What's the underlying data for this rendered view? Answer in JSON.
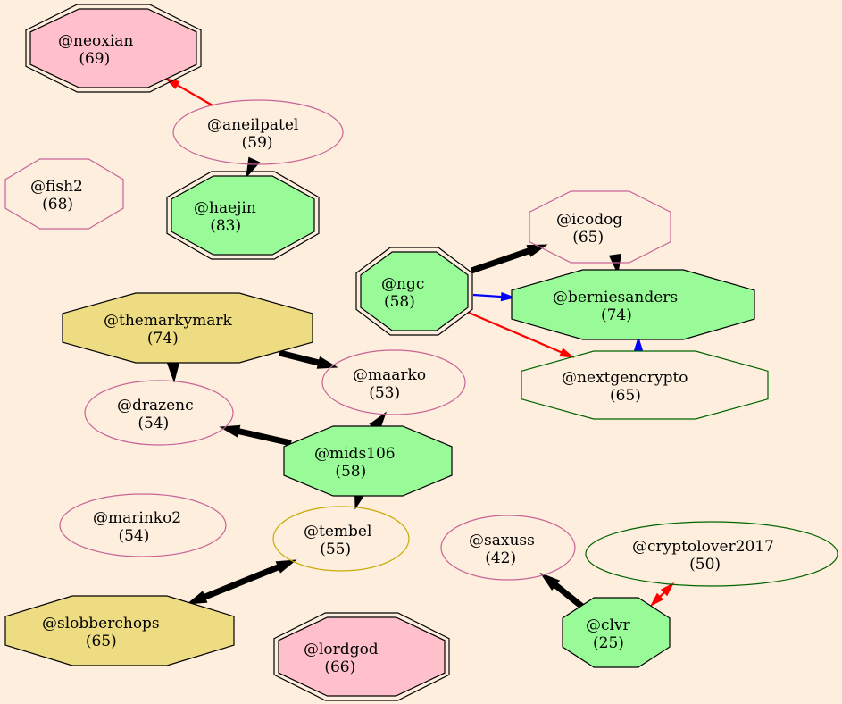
{
  "colors": {
    "background": "#fdeedd",
    "pink_fill": "#ffc0cb",
    "green_fill": "#98fb98",
    "gold_fill": "#eedc82",
    "pink_outline": "#c86496",
    "dark_green_outline": "#006400",
    "gold_outline": "#c8aa00",
    "edge_black": "#000000",
    "edge_red": "#ff0000",
    "edge_blue": "#0000ff"
  },
  "nodes": [
    {
      "id": "neoxian",
      "name": "@neoxian",
      "score": "(69)",
      "shape": "octagon-double",
      "fill": "pink"
    },
    {
      "id": "aneilpatel",
      "name": "@aneilpatel",
      "score": "(59)",
      "shape": "ellipse",
      "fill": "none",
      "outline": "pink"
    },
    {
      "id": "fish2",
      "name": "@fish2",
      "score": "(68)",
      "shape": "octagon",
      "fill": "none",
      "outline": "pink"
    },
    {
      "id": "haejin",
      "name": "@haejin",
      "score": "(83)",
      "shape": "octagon-double",
      "fill": "green"
    },
    {
      "id": "icodog",
      "name": "@icodog",
      "score": "(65)",
      "shape": "octagon",
      "fill": "none",
      "outline": "pink"
    },
    {
      "id": "ngc",
      "name": "@ngc",
      "score": "(58)",
      "shape": "octagon-double",
      "fill": "green"
    },
    {
      "id": "berniesanders",
      "name": "@berniesanders",
      "score": "(74)",
      "shape": "octagon",
      "fill": "green"
    },
    {
      "id": "nextgencrypto",
      "name": "@nextgencrypto",
      "score": "(65)",
      "shape": "octagon",
      "fill": "none",
      "outline": "dark-green"
    },
    {
      "id": "themarkymark",
      "name": "@themarkymark",
      "score": "(74)",
      "shape": "octagon",
      "fill": "gold"
    },
    {
      "id": "maarko",
      "name": "@maarko",
      "score": "(53)",
      "shape": "ellipse",
      "fill": "none",
      "outline": "pink"
    },
    {
      "id": "drazenc",
      "name": "@drazenc",
      "score": "(54)",
      "shape": "ellipse",
      "fill": "none",
      "outline": "pink"
    },
    {
      "id": "mids106",
      "name": "@mids106",
      "score": "(58)",
      "shape": "octagon",
      "fill": "green"
    },
    {
      "id": "marinko2",
      "name": "@marinko2",
      "score": "(54)",
      "shape": "ellipse",
      "fill": "none",
      "outline": "pink"
    },
    {
      "id": "tembel",
      "name": "@tembel",
      "score": "(55)",
      "shape": "ellipse",
      "fill": "none",
      "outline": "gold"
    },
    {
      "id": "saxuss",
      "name": "@saxuss",
      "score": "(42)",
      "shape": "ellipse",
      "fill": "none",
      "outline": "pink"
    },
    {
      "id": "cryptolover2017",
      "name": "@cryptolover2017",
      "score": "(50)",
      "shape": "ellipse",
      "fill": "none",
      "outline": "dark-green"
    },
    {
      "id": "slobberchops",
      "name": "@slobberchops",
      "score": "(65)",
      "shape": "octagon",
      "fill": "gold"
    },
    {
      "id": "lordgod",
      "name": "@lordgod",
      "score": "(66)",
      "shape": "octagon-double",
      "fill": "pink"
    },
    {
      "id": "clvr",
      "name": "@clvr",
      "score": "(25)",
      "shape": "octagon",
      "fill": "green"
    }
  ],
  "edges": [
    {
      "from": "aneilpatel",
      "to": "neoxian",
      "color": "red",
      "weight": "thin",
      "direction": "forward"
    },
    {
      "from": "aneilpatel",
      "to": "haejin",
      "color": "black",
      "weight": "thick",
      "direction": "forward"
    },
    {
      "from": "ngc",
      "to": "icodog",
      "color": "black",
      "weight": "thick",
      "direction": "forward"
    },
    {
      "from": "ngc",
      "to": "berniesanders",
      "color": "blue",
      "weight": "thin",
      "direction": "forward"
    },
    {
      "from": "ngc",
      "to": "nextgencrypto",
      "color": "red",
      "weight": "thin",
      "direction": "forward"
    },
    {
      "from": "icodog",
      "to": "berniesanders",
      "color": "black",
      "weight": "thick",
      "direction": "forward"
    },
    {
      "from": "nextgencrypto",
      "to": "berniesanders",
      "color": "blue",
      "weight": "thin",
      "direction": "forward"
    },
    {
      "from": "themarkymark",
      "to": "drazenc",
      "color": "black",
      "weight": "thick",
      "direction": "forward"
    },
    {
      "from": "themarkymark",
      "to": "maarko",
      "color": "black",
      "weight": "thick",
      "direction": "forward"
    },
    {
      "from": "mids106",
      "to": "maarko",
      "color": "black",
      "weight": "thick",
      "direction": "forward"
    },
    {
      "from": "mids106",
      "to": "drazenc",
      "color": "black",
      "weight": "thick",
      "direction": "forward"
    },
    {
      "from": "mids106",
      "to": "tembel",
      "color": "black",
      "weight": "thick",
      "direction": "forward"
    },
    {
      "from": "slobberchops",
      "to": "tembel",
      "color": "black",
      "weight": "thick",
      "direction": "both"
    },
    {
      "from": "clvr",
      "to": "saxuss",
      "color": "black",
      "weight": "thick",
      "direction": "forward"
    },
    {
      "from": "clvr",
      "to": "cryptolover2017",
      "color": "red",
      "weight": "thin",
      "direction": "both"
    }
  ]
}
